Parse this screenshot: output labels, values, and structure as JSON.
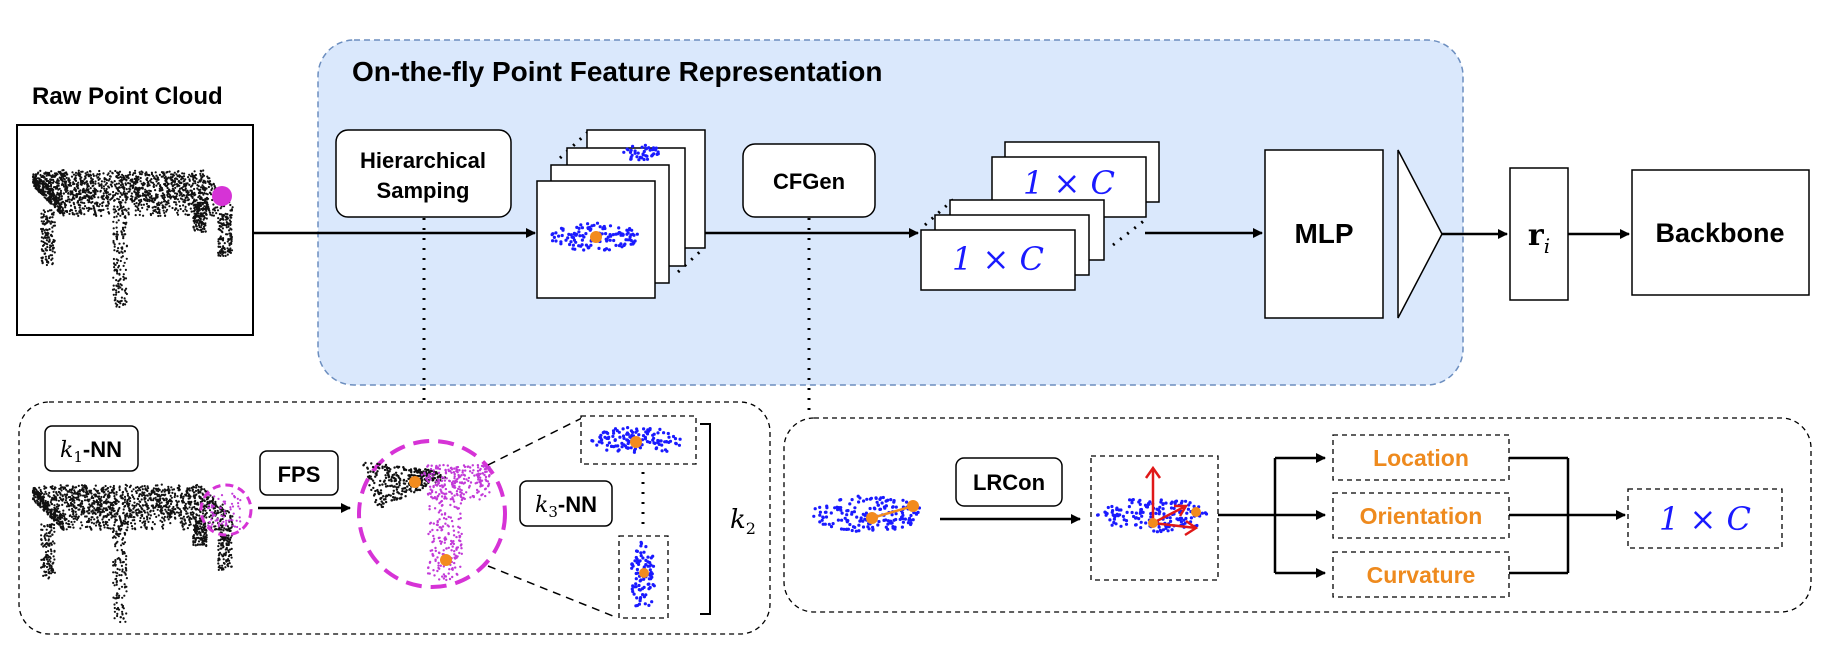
{
  "region_title": "On-the-fly Point Feature Representation",
  "raw_point_cloud": "Raw Point Cloud",
  "hierarchical_sampling": [
    "Hierarchical",
    "Samping"
  ],
  "cfgen": "CFGen",
  "feature_dim": "1 × C",
  "mlp": "MLP",
  "r_i": "r",
  "r_i_sub": "i",
  "backbone": "Backbone",
  "k1": {
    "var": "k",
    "sub": "1",
    "rest": "-NN"
  },
  "fps": "FPS",
  "k3": {
    "var": "k",
    "sub": "3",
    "rest": "-NN"
  },
  "k2": {
    "var": "k",
    "sub": "2"
  },
  "lrcon": "LRCon",
  "features": [
    "Location",
    "Orientation",
    "Curvature"
  ],
  "colors": {
    "panel_bg": "#dae8fc",
    "panel_border": "#6c8ebf",
    "points_blue": "#1a1aff",
    "points_black": "#111111",
    "points_magenta": "#c23ad8",
    "highlight_magenta": "#d633d6",
    "anchor_orange": "#f28b1e",
    "axis_red": "#e01818",
    "feature_orange": "#ee8a1e"
  }
}
